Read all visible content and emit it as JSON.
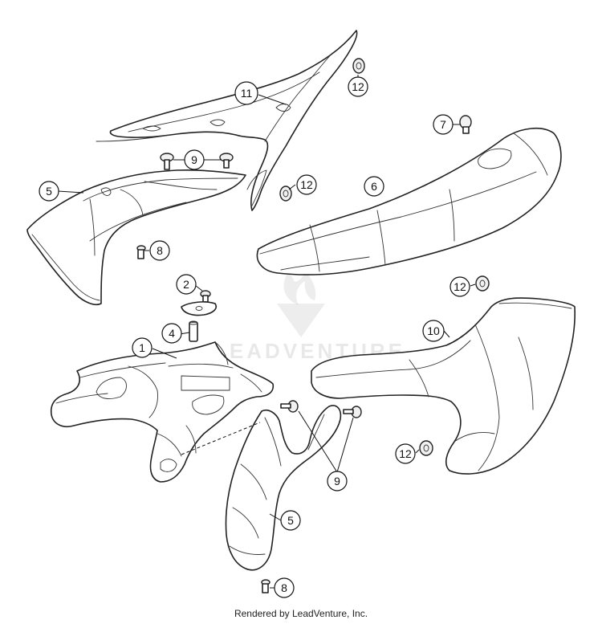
{
  "diagram": {
    "callouts": {
      "c1": "1",
      "c2": "2",
      "c4": "4",
      "c5a": "5",
      "c5b": "5",
      "c6": "6",
      "c7": "7",
      "c8a": "8",
      "c8b": "8",
      "c9a": "9",
      "c9b": "9",
      "c10": "10",
      "c11": "11",
      "c12a": "12",
      "c12b": "12",
      "c12c": "12",
      "c12d": "12"
    },
    "watermark_text": "LEADVENTURE"
  },
  "footer": {
    "credit": "Rendered by LeadVenture, Inc."
  }
}
